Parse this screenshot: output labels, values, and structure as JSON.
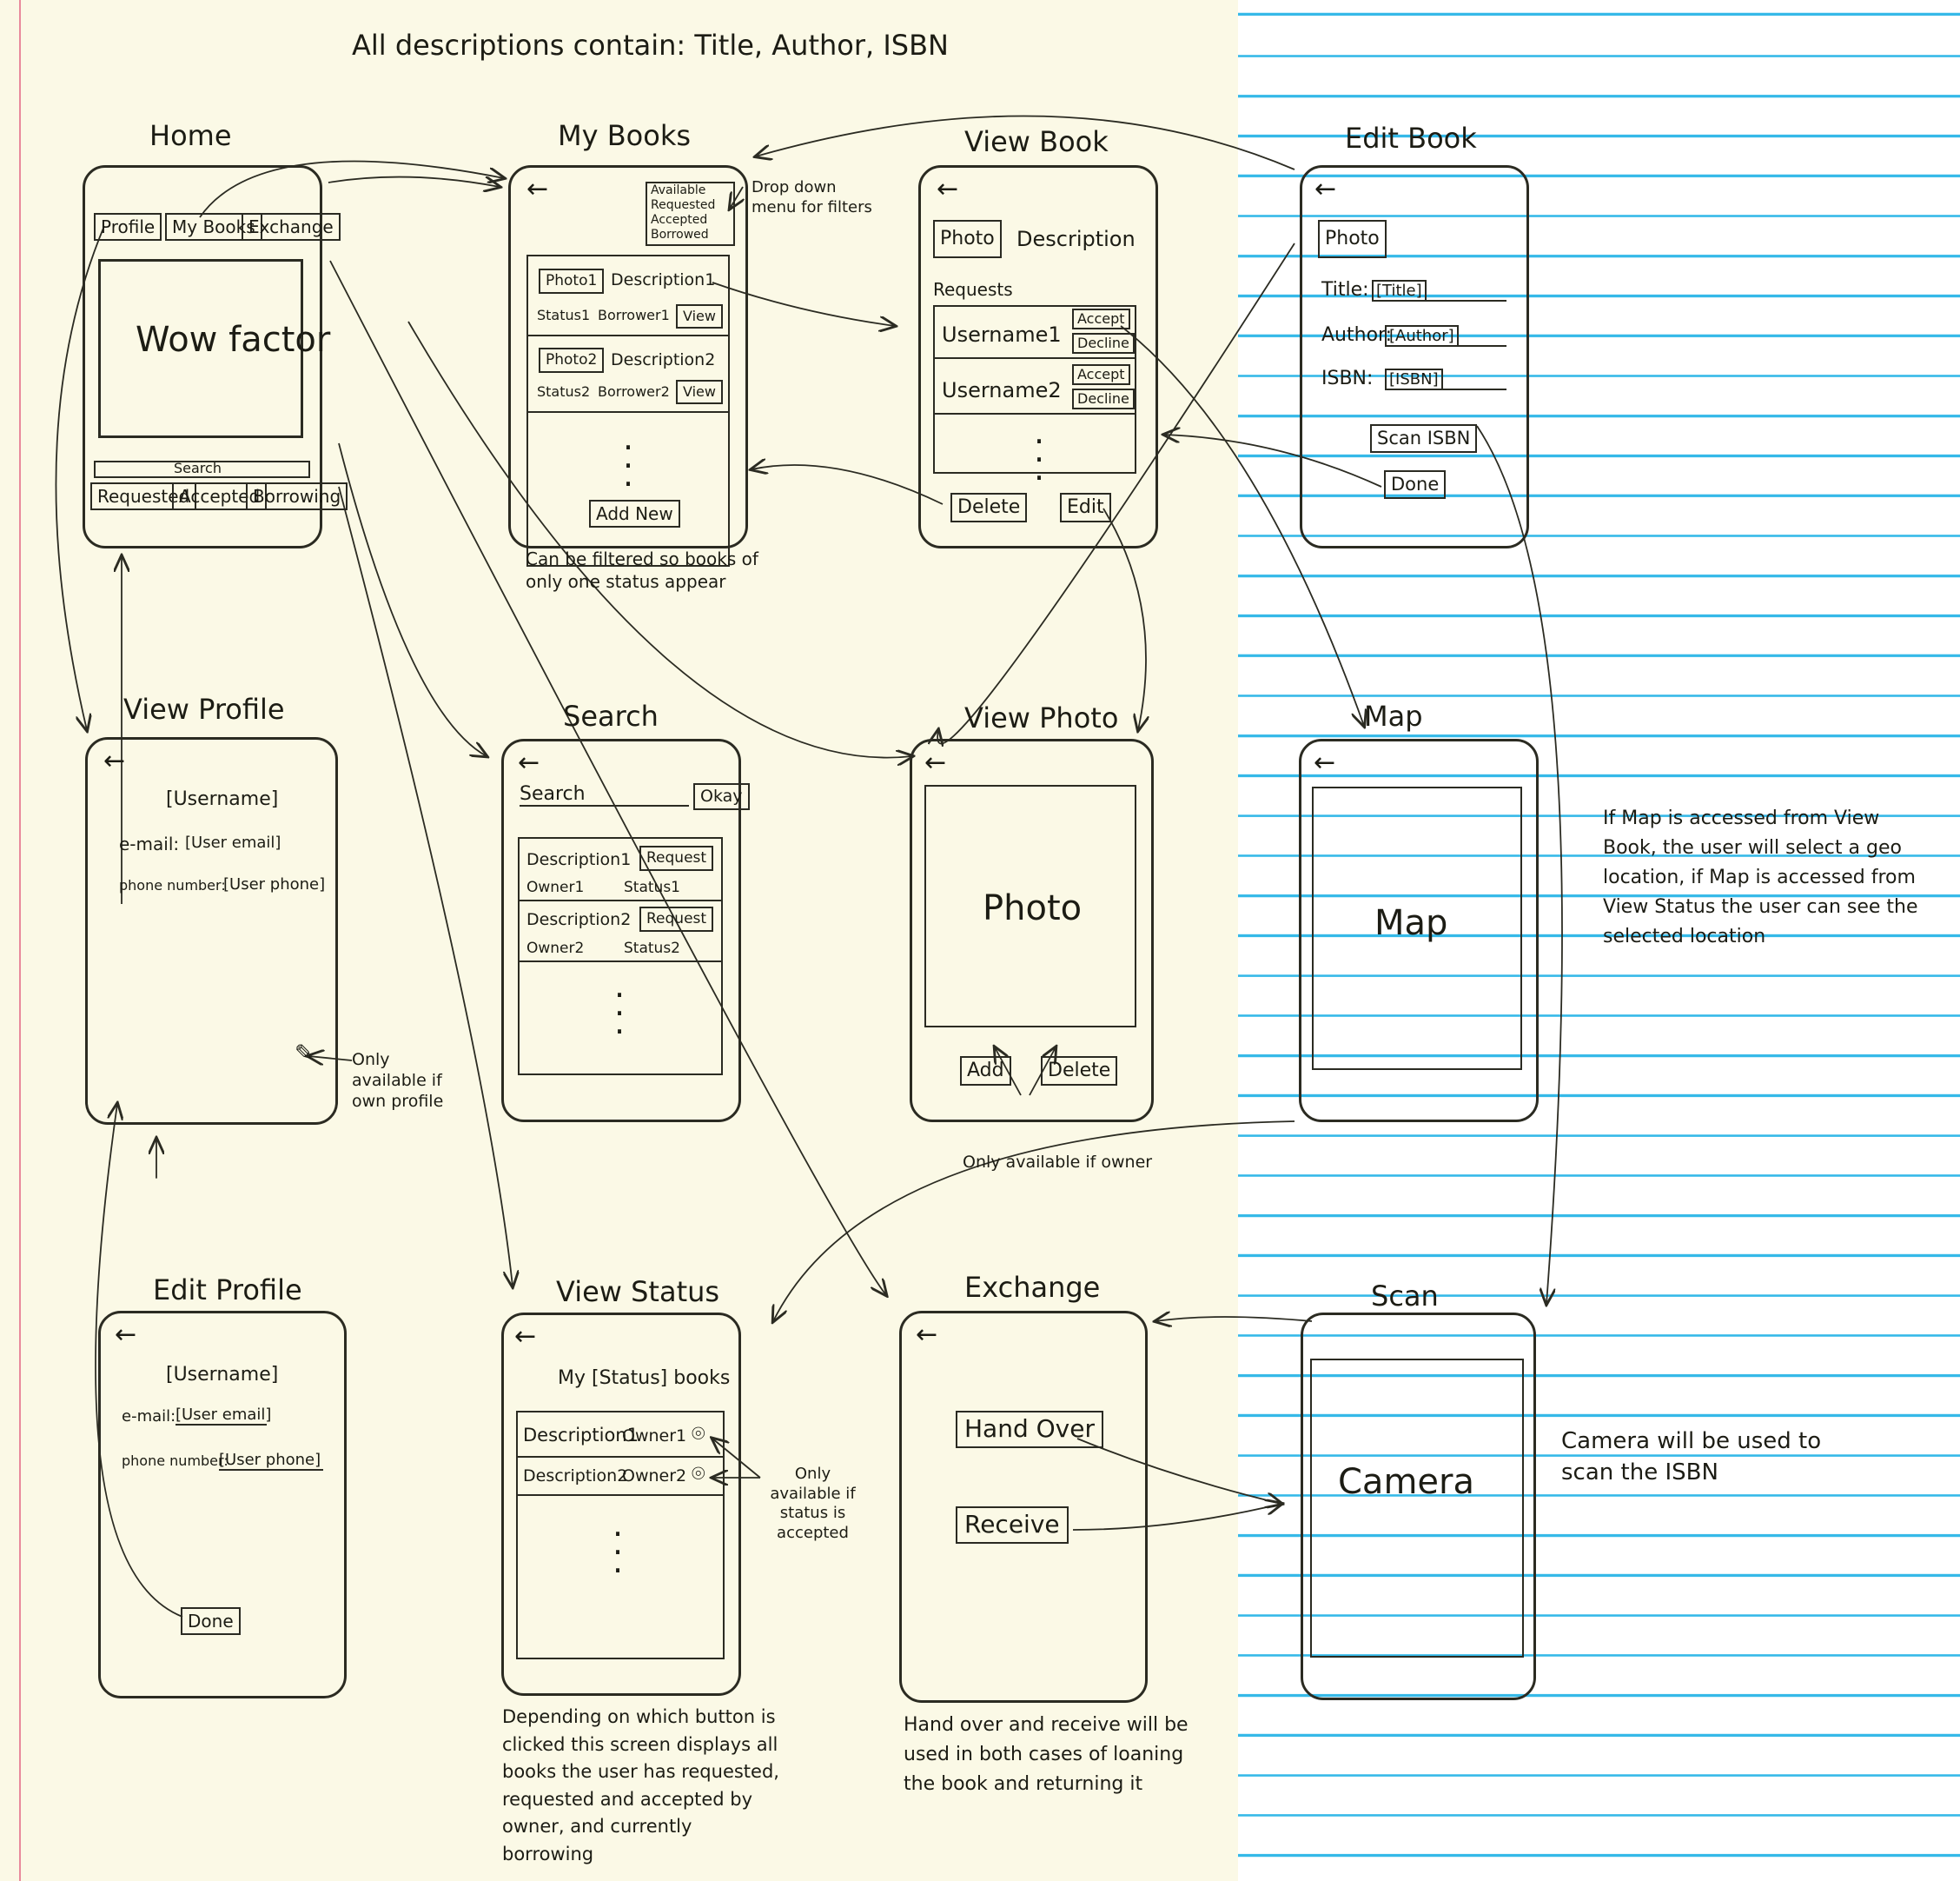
{
  "heading": "All descriptions contain: Title, Author, ISBN",
  "screens": {
    "home": {
      "title": "Home",
      "profile": "Profile",
      "my_books": "My Books",
      "exchange": "Exchange",
      "wow": "Wow factor",
      "search": "Search",
      "requested": "Requested",
      "accepted": "Accepted",
      "borrowing": "Borrowing"
    },
    "my_books": {
      "title": "My Books",
      "filters": [
        "Available",
        "Requested",
        "Accepted",
        "Borrowed"
      ],
      "filter_note": "Drop down menu for filters",
      "photo1": "Photo1",
      "description1": "Description1",
      "status1": "Status1",
      "borrower1": "Borrower1",
      "view1": "View",
      "photo2": "Photo2",
      "description2": "Description2",
      "status2": "Status2",
      "borrower2": "Borrower2",
      "view2": "View",
      "add_new": "Add New",
      "note": "Can be filtered so books of only one status appear"
    },
    "view_book": {
      "title": "View Book",
      "photo": "Photo",
      "description": "Description",
      "requests": "Requests",
      "username1": "Username1",
      "username2": "Username2",
      "accept": "Accept",
      "decline": "Decline",
      "delete": "Delete",
      "edit": "Edit"
    },
    "edit_book": {
      "title": "Edit Book",
      "photo": "Photo",
      "title_label": "Title:",
      "title_value": "[Title]",
      "author_label": "Author:",
      "author_value": "[Author]",
      "isbn_label": "ISBN:",
      "isbn_value": "[ISBN]",
      "scan_isbn": "Scan ISBN",
      "done": "Done"
    },
    "view_profile": {
      "title": "View Profile",
      "username": "[Username]",
      "email_label": "e-mail:",
      "email_value": "[User email]",
      "phone_label": "phone number:",
      "phone_value": "[User phone]",
      "edit_note": "Only available if own profile"
    },
    "search": {
      "title": "Search",
      "search_label": "Search",
      "okay": "Okay",
      "description1": "Description1",
      "owner1": "Owner1",
      "status1": "Status1",
      "description2": "Description2",
      "owner2": "Owner2",
      "status2": "Status2",
      "request": "Request"
    },
    "view_photo": {
      "title": "View Photo",
      "photo": "Photo",
      "add": "Add",
      "delete": "Delete",
      "note": "Only available if owner"
    },
    "map": {
      "title": "Map",
      "map": "Map",
      "note": "If Map is accessed from View Book, the user will select a geo location, if Map is accessed from View Status the user can see the selected location"
    },
    "edit_profile": {
      "title": "Edit Profile",
      "username": "[Username]",
      "email_label": "e-mail:",
      "email_value": "[User email]",
      "phone_label": "phone number:",
      "phone_value": "[User phone]",
      "done": "Done"
    },
    "view_status": {
      "title": "View Status",
      "header": "My [Status] books",
      "description1": "Description1",
      "owner1": "Owner1",
      "description2": "Description2",
      "owner2": "Owner2",
      "pin_note": "Only available if status is accepted",
      "note": "Depending on which button is clicked this screen displays all books the user has requested, requested and accepted by owner, and currently borrowing"
    },
    "exchange": {
      "title": "Exchange",
      "hand_over": "Hand Over",
      "receive": "Receive",
      "note": "Hand over and receive will be used in both cases of loaning the book and returning it"
    },
    "scan": {
      "title": "Scan",
      "camera": "Camera",
      "note": "Camera will be used to scan the ISBN"
    }
  },
  "colors": {
    "paper": "#fbf9e6",
    "ruled_line": "#35b9e8",
    "margin_line": "#e98a9c",
    "ink": "#2b2b22"
  }
}
